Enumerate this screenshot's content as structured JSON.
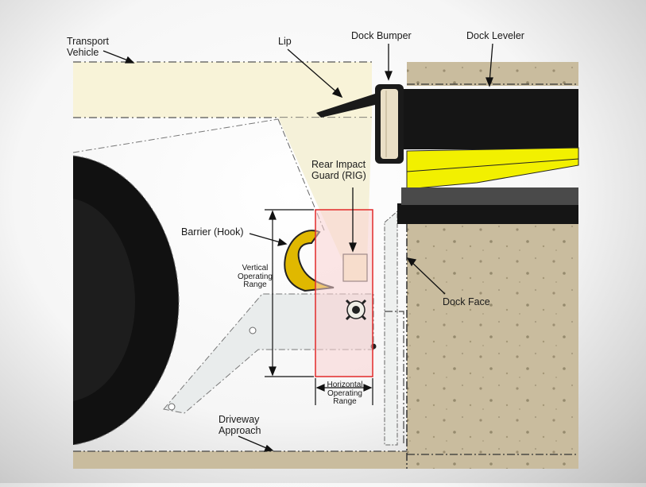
{
  "labels": {
    "transport_vehicle": [
      "Transport",
      "Vehicle"
    ],
    "lip": "Lip",
    "dock_bumper": "Dock Bumper",
    "dock_leveler": "Dock Leveler",
    "rear_impact_guard": [
      "Rear Impact",
      "Guard (RIG)"
    ],
    "barrier_hook": "Barrier (Hook)",
    "vertical_operating_range": [
      "Vertical",
      "Operating",
      "Range"
    ],
    "dock_face": "Dock Face",
    "horizontal_operating_range": [
      "Horizontal",
      "Operating",
      "Range"
    ],
    "driveway_approach": [
      "Driveway",
      "Approach"
    ]
  },
  "colors": {
    "trailer_bed": "#f8f3d8",
    "concrete": "#c9bc9e",
    "leveler_black": "#151515",
    "leveler_yellow": "#f2f000",
    "hook_yellow": "#e0b800",
    "range_box_fill": "#f9d2d2",
    "range_box_stroke": "#e22a2a",
    "tire_black": "#111111"
  }
}
